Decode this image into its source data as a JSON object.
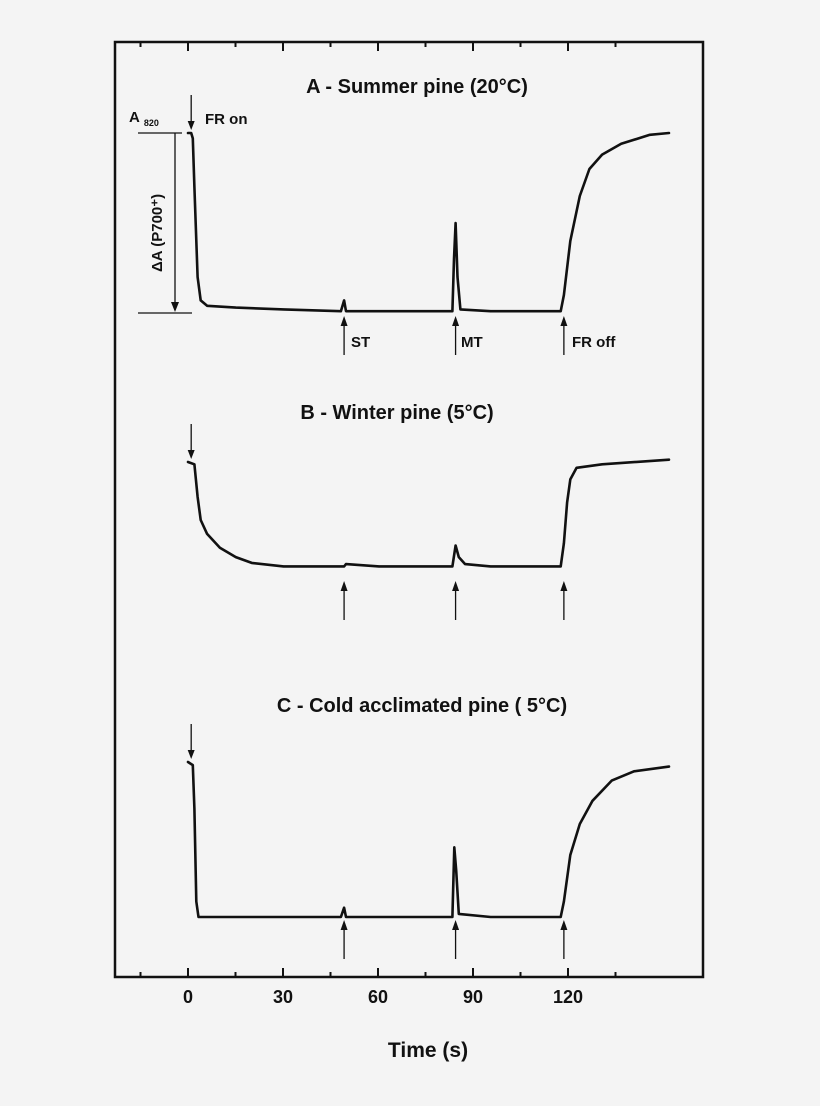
{
  "chart_data": {
    "type": "line",
    "xlabel": "Time (s)",
    "ylabel": "ΔA (P700⁺)",
    "xlim": [
      -15,
      135
    ],
    "x_ticks": [
      0,
      30,
      60,
      90,
      120
    ],
    "grid": false,
    "panels": [
      {
        "id": "A",
        "title": "A - Summer pine (20°C)",
        "baseline_label": "A 820",
        "delta_label": "ΔA (P700⁺)",
        "annotations": [
          {
            "x": 1,
            "type": "down-arrow",
            "label": "FR on"
          },
          {
            "x": 49,
            "type": "up-arrow",
            "label": "ST"
          },
          {
            "x": 84,
            "type": "up-arrow",
            "label": "MT"
          },
          {
            "x": 118,
            "type": "up-arrow",
            "label": "FR off"
          }
        ],
        "points": [
          [
            0,
            0
          ],
          [
            1,
            0
          ],
          [
            1.5,
            -0.03
          ],
          [
            2,
            -0.3
          ],
          [
            3,
            -0.8
          ],
          [
            4,
            -0.93
          ],
          [
            6,
            -0.96
          ],
          [
            15,
            -0.97
          ],
          [
            30,
            -0.98
          ],
          [
            48,
            -0.99
          ],
          [
            49,
            -0.93
          ],
          [
            49.6,
            -0.99
          ],
          [
            60,
            -0.99
          ],
          [
            83,
            -0.99
          ],
          [
            83.5,
            -0.7
          ],
          [
            84,
            -0.5
          ],
          [
            84.6,
            -0.8
          ],
          [
            85.5,
            -0.98
          ],
          [
            95,
            -0.99
          ],
          [
            117,
            -0.99
          ],
          [
            118,
            -0.9
          ],
          [
            120,
            -0.6
          ],
          [
            123,
            -0.35
          ],
          [
            126,
            -0.2
          ],
          [
            130,
            -0.12
          ],
          [
            136,
            -0.06
          ],
          [
            145,
            -0.01
          ],
          [
            151,
            0
          ]
        ]
      },
      {
        "id": "B",
        "title": "B - Winter pine (5°C)",
        "annotations": [
          {
            "x": 1,
            "type": "down-arrow",
            "label": ""
          },
          {
            "x": 49,
            "type": "up-arrow",
            "label": ""
          },
          {
            "x": 84,
            "type": "up-arrow",
            "label": ""
          },
          {
            "x": 118,
            "type": "up-arrow",
            "label": ""
          }
        ],
        "points": [
          [
            0,
            0
          ],
          [
            2,
            -0.02
          ],
          [
            3,
            -0.3
          ],
          [
            4,
            -0.5
          ],
          [
            6,
            -0.62
          ],
          [
            10,
            -0.74
          ],
          [
            15,
            -0.82
          ],
          [
            20,
            -0.87
          ],
          [
            30,
            -0.9
          ],
          [
            49,
            -0.9
          ],
          [
            49.6,
            -0.88
          ],
          [
            60,
            -0.9
          ],
          [
            83,
            -0.9
          ],
          [
            84,
            -0.72
          ],
          [
            85,
            -0.82
          ],
          [
            87,
            -0.88
          ],
          [
            95,
            -0.9
          ],
          [
            117,
            -0.9
          ],
          [
            118,
            -0.7
          ],
          [
            119,
            -0.35
          ],
          [
            120,
            -0.15
          ],
          [
            122,
            -0.05
          ],
          [
            130,
            -0.02
          ],
          [
            151,
            0.02
          ]
        ]
      },
      {
        "id": "C",
        "title": "C - Cold acclimated pine ( 5°C)",
        "annotations": [
          {
            "x": 1,
            "type": "down-arrow",
            "label": ""
          },
          {
            "x": 49,
            "type": "up-arrow",
            "label": ""
          },
          {
            "x": 84,
            "type": "up-arrow",
            "label": ""
          },
          {
            "x": 118,
            "type": "up-arrow",
            "label": ""
          }
        ],
        "points": [
          [
            0,
            0
          ],
          [
            1.5,
            -0.02
          ],
          [
            2,
            -0.3
          ],
          [
            2.6,
            -0.9
          ],
          [
            3.3,
            -1.0
          ],
          [
            30,
            -1.0
          ],
          [
            48,
            -1.0
          ],
          [
            49,
            -0.94
          ],
          [
            49.6,
            -1.0
          ],
          [
            60,
            -1.0
          ],
          [
            83,
            -1.0
          ],
          [
            83.6,
            -0.55
          ],
          [
            84.2,
            -0.7
          ],
          [
            85,
            -0.98
          ],
          [
            95,
            -1.0
          ],
          [
            117,
            -1.0
          ],
          [
            118,
            -0.9
          ],
          [
            120,
            -0.6
          ],
          [
            123,
            -0.4
          ],
          [
            127,
            -0.25
          ],
          [
            133,
            -0.12
          ],
          [
            140,
            -0.06
          ],
          [
            151,
            -0.03
          ]
        ]
      }
    ]
  },
  "labels": {
    "fr_on": "FR on",
    "st": "ST",
    "mt": "MT",
    "fr_off": "FR off",
    "a820_main": "A",
    "a820_sub": "820",
    "delta": "ΔA (P700⁺)",
    "xlabel": "Time (s)",
    "title_a": "A - Summer pine (20°C)",
    "title_b": "B - Winter pine (5°C)",
    "title_c": "C - Cold acclimated pine ( 5°C)",
    "tick_0": "0",
    "tick_30": "30",
    "tick_60": "60",
    "tick_90": "90",
    "tick_120": "120"
  }
}
